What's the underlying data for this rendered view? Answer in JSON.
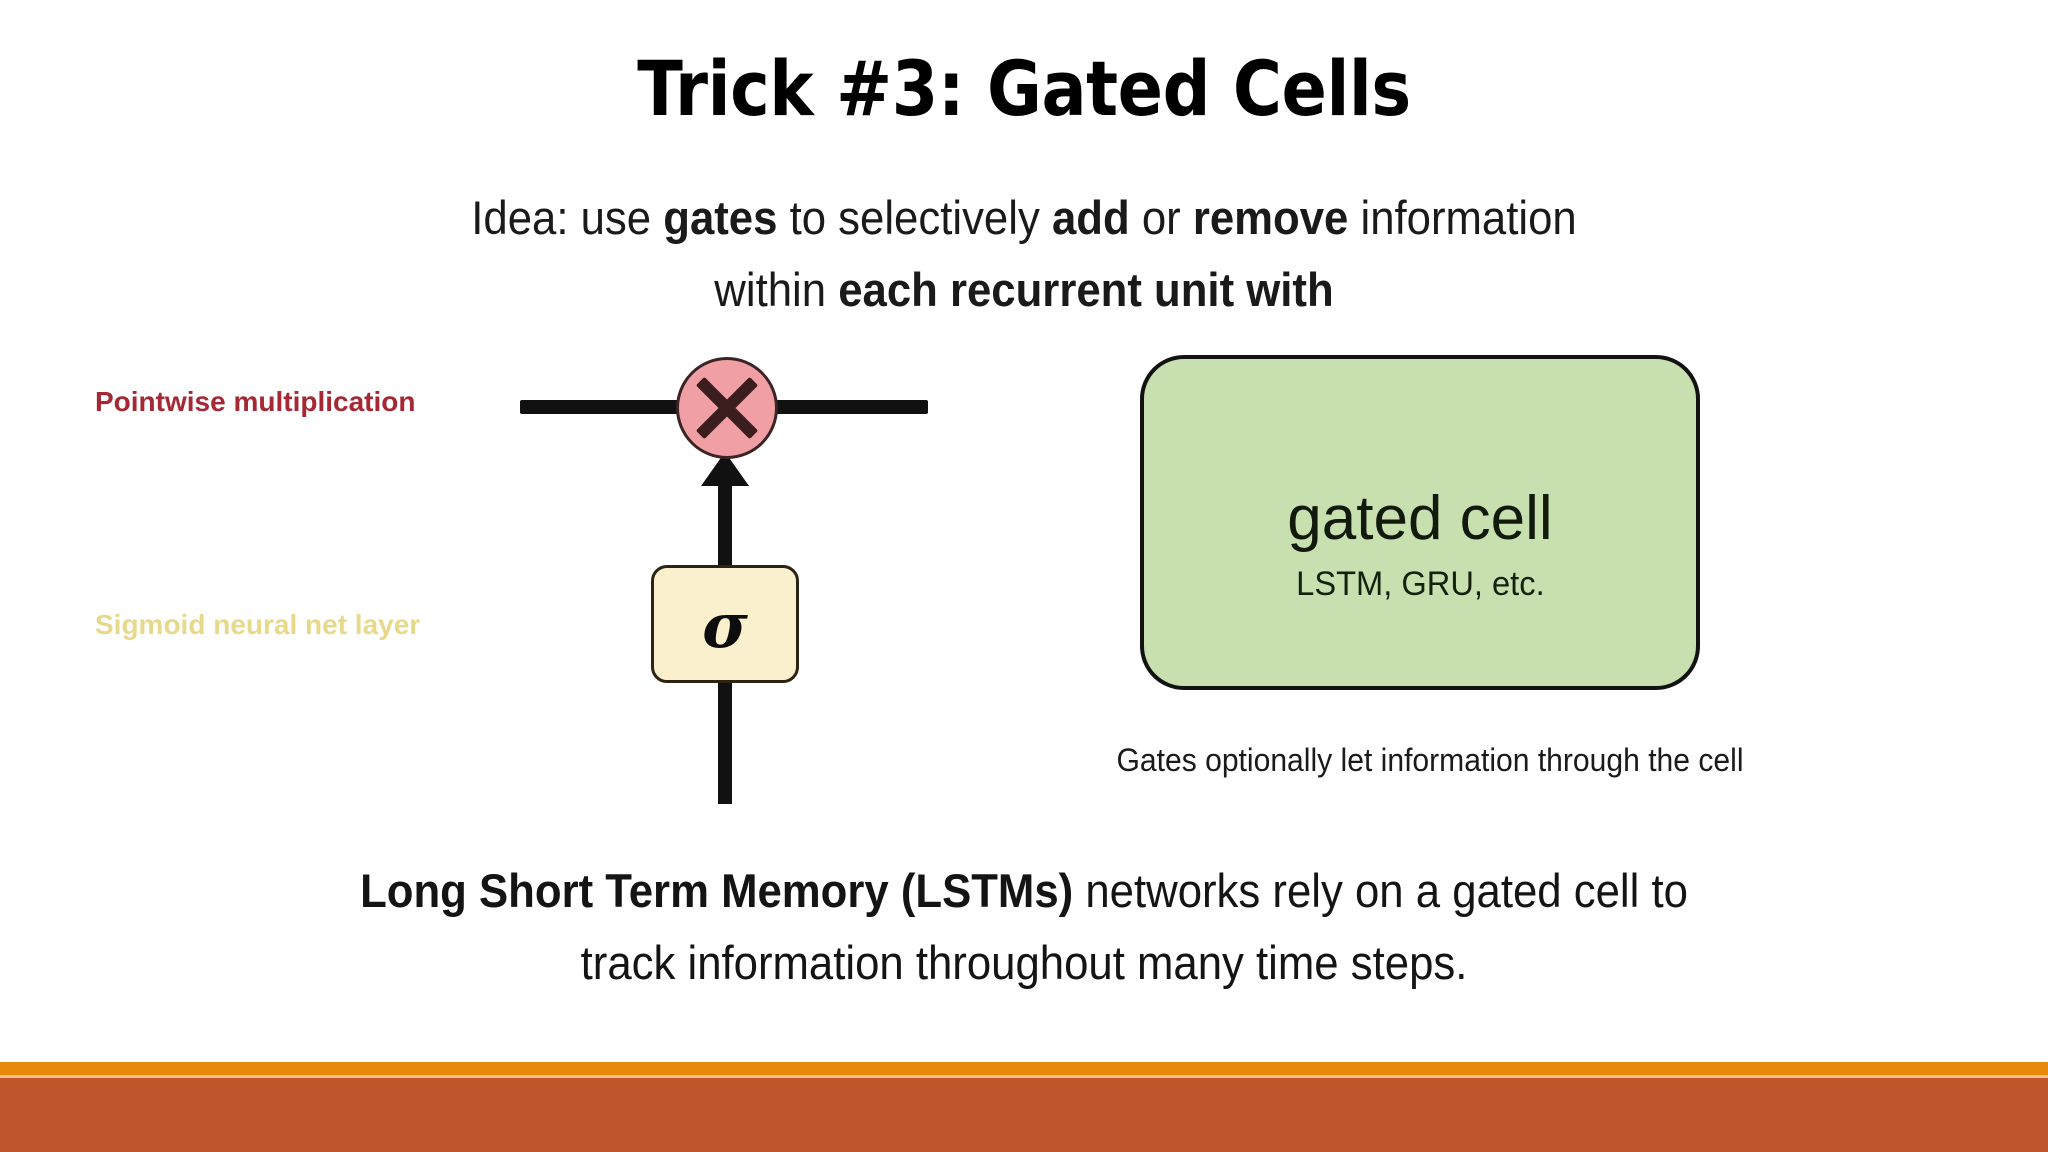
{
  "slide": {
    "title": "Trick #3: Gated Cells",
    "background_color": "#ffffff"
  },
  "subtitle": {
    "line1": {
      "part1": "Idea: use ",
      "bold1": "gates",
      "part2": " to selectively ",
      "bold2": "add",
      "part3": " or ",
      "bold3": "remove",
      "part4": " information"
    },
    "line2": {
      "part1": "within ",
      "bold1": "each recurrent unit with"
    }
  },
  "diagram": {
    "labels": {
      "pointwise_multiplication": "Pointwise multiplication",
      "sigmoid_layer": "Sigmoid neural net layer"
    },
    "nodes": {
      "multiply_symbol": "×",
      "sigma_symbol": "σ"
    },
    "colors": {
      "multiply_label": "#a52834",
      "multiply_fill": "#f0a0a4",
      "sigmoid_label": "#e8d98a",
      "sigma_fill": "#faf0cd",
      "wire": "#111111"
    }
  },
  "gated_cell": {
    "title": "gated cell",
    "subtitle": "LSTM, GRU, etc.",
    "caption": "Gates optionally let information through the cell",
    "fill_color": "#c8e0b0",
    "border_color": "#121212"
  },
  "bottom_statement": {
    "line1": {
      "bold1": "Long Short Term Memory (LSTMs)",
      "part1": " networks rely on a gated cell to"
    },
    "line2": {
      "part1": "track information throughout many time steps."
    }
  },
  "footer": {
    "orange_color": "#e8890c",
    "divider_color": "#f2c089",
    "rust_color": "#bf552a"
  }
}
